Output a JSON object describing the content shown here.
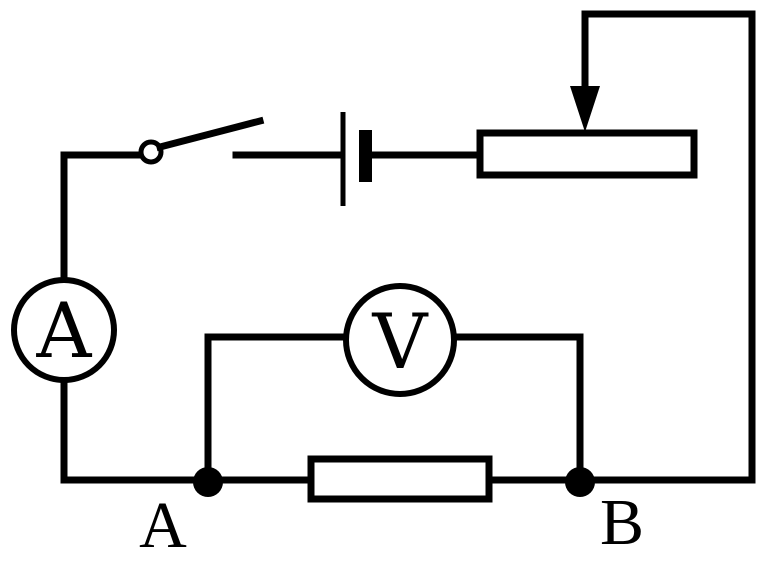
{
  "diagram": {
    "meters": {
      "ammeter_symbol": "A",
      "voltmeter_symbol": "V"
    },
    "nodes": {
      "left_label": "A",
      "right_label": "B"
    },
    "colors": {
      "ink": "#000000",
      "background": "#ffffff"
    }
  }
}
